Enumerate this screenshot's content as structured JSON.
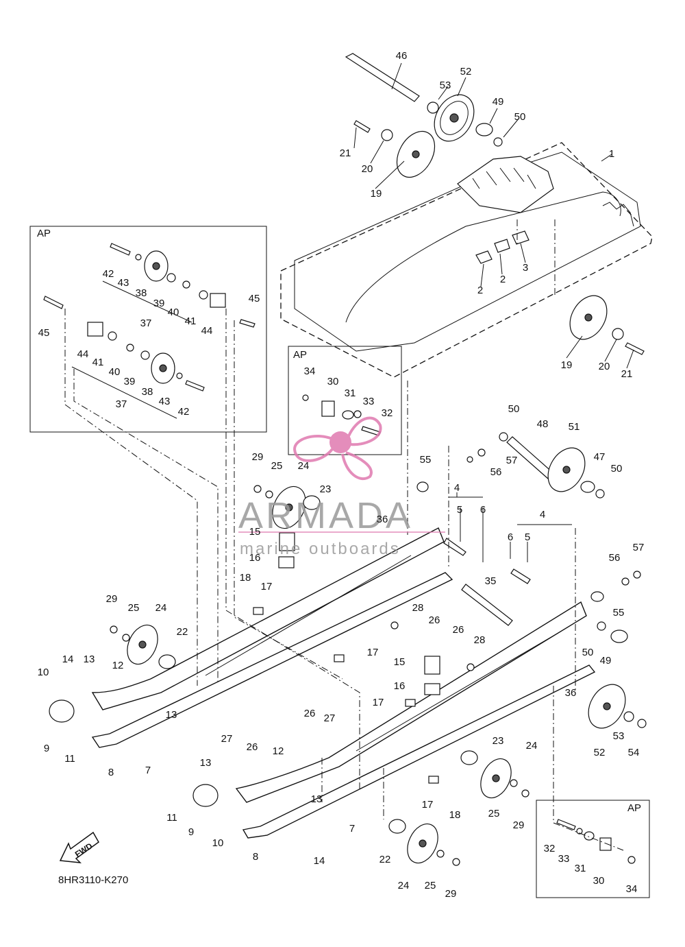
{
  "diagram_code": "8HR3110-K270",
  "ap_label": "AP",
  "fwd_label": "FWD",
  "watermark": {
    "title": "ARMADA",
    "subtitle": "marine outboards"
  },
  "accent_colors": {
    "watermark_logo": "#e07ab0",
    "watermark_text": "#9a9a9a"
  },
  "labels": [
    {
      "id": "46a",
      "text": "46"
    },
    {
      "id": "52a",
      "text": "52"
    },
    {
      "id": "53a",
      "text": "53"
    },
    {
      "id": "49a",
      "text": "49"
    },
    {
      "id": "50a",
      "text": "50"
    },
    {
      "id": "21a",
      "text": "21"
    },
    {
      "id": "20a",
      "text": "20"
    },
    {
      "id": "19a",
      "text": "19"
    },
    {
      "id": "1",
      "text": "1"
    },
    {
      "id": "2a",
      "text": "2"
    },
    {
      "id": "2b",
      "text": "2"
    },
    {
      "id": "3",
      "text": "3"
    },
    {
      "id": "19b",
      "text": "19"
    },
    {
      "id": "20b",
      "text": "20"
    },
    {
      "id": "21b",
      "text": "21"
    },
    {
      "id": "42a",
      "text": "42"
    },
    {
      "id": "43a",
      "text": "43"
    },
    {
      "id": "38a",
      "text": "38"
    },
    {
      "id": "39a",
      "text": "39"
    },
    {
      "id": "40a",
      "text": "40"
    },
    {
      "id": "41a",
      "text": "41"
    },
    {
      "id": "44a",
      "text": "44"
    },
    {
      "id": "37a",
      "text": "37"
    },
    {
      "id": "45a",
      "text": "45"
    },
    {
      "id": "45b",
      "text": "45"
    },
    {
      "id": "44b",
      "text": "44"
    },
    {
      "id": "41b",
      "text": "41"
    },
    {
      "id": "40b",
      "text": "40"
    },
    {
      "id": "39b",
      "text": "39"
    },
    {
      "id": "38b",
      "text": "38"
    },
    {
      "id": "43b",
      "text": "43"
    },
    {
      "id": "42b",
      "text": "42"
    },
    {
      "id": "37b",
      "text": "37"
    },
    {
      "id": "34a",
      "text": "34"
    },
    {
      "id": "30a",
      "text": "30"
    },
    {
      "id": "31a",
      "text": "31"
    },
    {
      "id": "33a",
      "text": "33"
    },
    {
      "id": "32a",
      "text": "32"
    },
    {
      "id": "50b",
      "text": "50"
    },
    {
      "id": "48",
      "text": "48"
    },
    {
      "id": "51",
      "text": "51"
    },
    {
      "id": "55a",
      "text": "55"
    },
    {
      "id": "57a",
      "text": "57"
    },
    {
      "id": "56a",
      "text": "56"
    },
    {
      "id": "47",
      "text": "47"
    },
    {
      "id": "50c",
      "text": "50"
    },
    {
      "id": "4a",
      "text": "4"
    },
    {
      "id": "5a",
      "text": "5"
    },
    {
      "id": "6a",
      "text": "6"
    },
    {
      "id": "4b",
      "text": "4"
    },
    {
      "id": "6b",
      "text": "6"
    },
    {
      "id": "5b",
      "text": "5"
    },
    {
      "id": "29a",
      "text": "29"
    },
    {
      "id": "25a",
      "text": "25"
    },
    {
      "id": "24a",
      "text": "24"
    },
    {
      "id": "23a",
      "text": "23"
    },
    {
      "id": "36a",
      "text": "36"
    },
    {
      "id": "15a",
      "text": "15"
    },
    {
      "id": "16a",
      "text": "16"
    },
    {
      "id": "18a",
      "text": "18"
    },
    {
      "id": "17a",
      "text": "17"
    },
    {
      "id": "35",
      "text": "35"
    },
    {
      "id": "57b",
      "text": "57"
    },
    {
      "id": "56b",
      "text": "56"
    },
    {
      "id": "55b",
      "text": "55"
    },
    {
      "id": "29b",
      "text": "29"
    },
    {
      "id": "25b",
      "text": "25"
    },
    {
      "id": "24b",
      "text": "24"
    },
    {
      "id": "22a",
      "text": "22"
    },
    {
      "id": "28a",
      "text": "28"
    },
    {
      "id": "26a",
      "text": "26"
    },
    {
      "id": "17b",
      "text": "17"
    },
    {
      "id": "26b",
      "text": "26"
    },
    {
      "id": "28b",
      "text": "28"
    },
    {
      "id": "15b",
      "text": "15"
    },
    {
      "id": "16b",
      "text": "16"
    },
    {
      "id": "17c",
      "text": "17"
    },
    {
      "id": "50d",
      "text": "50"
    },
    {
      "id": "49b",
      "text": "49"
    },
    {
      "id": "36b",
      "text": "36"
    },
    {
      "id": "10a",
      "text": "10"
    },
    {
      "id": "14a",
      "text": "14"
    },
    {
      "id": "13a",
      "text": "13"
    },
    {
      "id": "12a",
      "text": "12"
    },
    {
      "id": "13b",
      "text": "13"
    },
    {
      "id": "9a",
      "text": "9"
    },
    {
      "id": "11a",
      "text": "11"
    },
    {
      "id": "8a",
      "text": "8"
    },
    {
      "id": "7a",
      "text": "7"
    },
    {
      "id": "27a",
      "text": "27"
    },
    {
      "id": "26c",
      "text": "26"
    },
    {
      "id": "26d",
      "text": "26"
    },
    {
      "id": "27b",
      "text": "27"
    },
    {
      "id": "53b",
      "text": "53"
    },
    {
      "id": "52b",
      "text": "52"
    },
    {
      "id": "54",
      "text": "54"
    },
    {
      "id": "13c",
      "text": "13"
    },
    {
      "id": "12b",
      "text": "12"
    },
    {
      "id": "13d",
      "text": "13"
    },
    {
      "id": "11b",
      "text": "11"
    },
    {
      "id": "9b",
      "text": "9"
    },
    {
      "id": "10b",
      "text": "10"
    },
    {
      "id": "8b",
      "text": "8"
    },
    {
      "id": "14b",
      "text": "14"
    },
    {
      "id": "7b",
      "text": "7"
    },
    {
      "id": "23b",
      "text": "23"
    },
    {
      "id": "24c",
      "text": "24"
    },
    {
      "id": "25c",
      "text": "25"
    },
    {
      "id": "29c",
      "text": "29"
    },
    {
      "id": "17d",
      "text": "17"
    },
    {
      "id": "18b",
      "text": "18"
    },
    {
      "id": "22b",
      "text": "22"
    },
    {
      "id": "24d",
      "text": "24"
    },
    {
      "id": "25d",
      "text": "25"
    },
    {
      "id": "29d",
      "text": "29"
    },
    {
      "id": "32b",
      "text": "32"
    },
    {
      "id": "33b",
      "text": "33"
    },
    {
      "id": "31b",
      "text": "31"
    },
    {
      "id": "30b",
      "text": "30"
    },
    {
      "id": "34b",
      "text": "34"
    }
  ]
}
